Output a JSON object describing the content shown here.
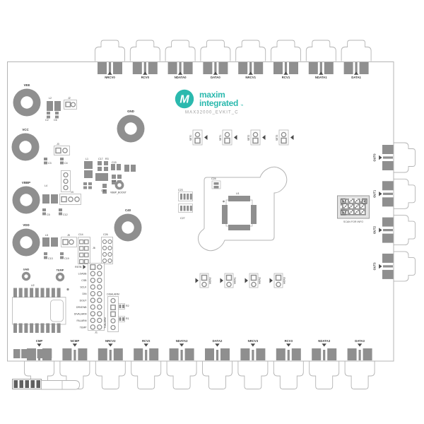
{
  "colors": {
    "teal": "#2bb9ae",
    "pad": "#8f8f8f",
    "line": "#b4b4b4",
    "text": "#3a3a3a",
    "part_text": "#9a9a9a"
  },
  "logo": {
    "mark": "M",
    "word1": "maxim",
    "word2": "integrated",
    "tm": "™"
  },
  "part_label": "MAX32000_EVKIT_C",
  "qr_caption": "SCAN FOR INFO",
  "edge_labels": {
    "top": [
      "NRCV0",
      "RCV0",
      "NDATA0",
      "DATA0",
      "NRCV1",
      "RCV1",
      "NDATA1",
      "DATA1"
    ],
    "bottom": [
      "CMP",
      "NCMP",
      "NRCV2",
      "RCV2",
      "NDATA2",
      "DATA2",
      "NRCV3",
      "RCV3",
      "NDATA3",
      "DATA3"
    ],
    "right": [
      "OUT0",
      "OUT1",
      "OUT2",
      "OUT3"
    ]
  },
  "power_labels": [
    "VEE",
    "VCC",
    "VBBP",
    "VDD"
  ],
  "center_ring_labels": [
    "GND",
    "C40"
  ],
  "small_ring_labels": [
    "GND",
    "TEMP"
  ],
  "j1": {
    "label": "J1",
    "pins": [
      "RSTB",
      "LOADB",
      "CSB",
      "SCLK",
      "DIN",
      "DOUT",
      "DRVENB",
      "DIVALARM",
      "FALARM",
      "TEMP"
    ]
  },
  "alarm_header": {
    "top_label": "DISALARM",
    "side_label": "TVALARM"
  },
  "jumper_labels": {
    "top": [
      "SET0",
      "SET1",
      "SET2",
      "SET3"
    ],
    "bottom": [
      "MON0",
      "MON1",
      "MON2",
      "MON3"
    ]
  },
  "boost_label": "VBBP_BOOST",
  "refdes": [
    "L2",
    "J2",
    "C2",
    "C6",
    "J3",
    "C3",
    "C4",
    "L4",
    "J4",
    "C5",
    "C12",
    "L5",
    "J5",
    "C13",
    "C19",
    "L1",
    "C17",
    "R3",
    "C15",
    "C16",
    "C21",
    "C24",
    "C23",
    "C27",
    "C14",
    "C26",
    "J6",
    "U1",
    "U2",
    "R2",
    "R1"
  ]
}
